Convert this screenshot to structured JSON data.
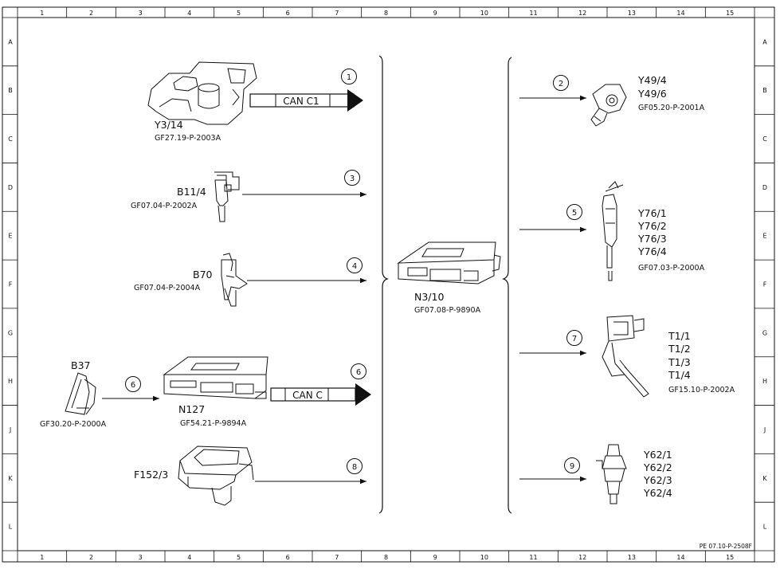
{
  "ruler": {
    "columns": [
      "1",
      "2",
      "3",
      "4",
      "5",
      "6",
      "7",
      "8",
      "9",
      "10",
      "11",
      "12",
      "13",
      "14",
      "15"
    ],
    "rows": [
      "A",
      "B",
      "C",
      "D",
      "E",
      "F",
      "G",
      "H",
      "J",
      "K",
      "L"
    ]
  },
  "inputs": [
    {
      "id": "y314",
      "label": "Y3/14",
      "code": "GF27.19-P-2003A",
      "num": "1",
      "bus": "CAN C1"
    },
    {
      "id": "b114",
      "label": "B11/4",
      "code": "GF07.04-P-2002A",
      "num": "3"
    },
    {
      "id": "b70",
      "label": "B70",
      "code": "GF07.04-P-2004A",
      "num": "4"
    },
    {
      "id": "b37",
      "label": "B37",
      "code": "GF30.20-P-2000A",
      "num": "6"
    },
    {
      "id": "n127",
      "label": "N127",
      "code": "GF54.21-P-9894A",
      "num": "6",
      "bus": "CAN C"
    },
    {
      "id": "f152",
      "label": "F152/3",
      "num": "8"
    }
  ],
  "center": {
    "label": "N3/10",
    "code": "GF07.08-P-9890A"
  },
  "outputs": [
    {
      "id": "y49",
      "num": "2",
      "labels": [
        "Y49/4",
        "Y49/6"
      ],
      "code": "GF05.20-P-2001A"
    },
    {
      "id": "y76",
      "num": "5",
      "labels": [
        "Y76/1",
        "Y76/2",
        "Y76/3",
        "Y76/4"
      ],
      "code": "GF07.03-P-2000A"
    },
    {
      "id": "t1",
      "num": "7",
      "labels": [
        "T1/1",
        "T1/2",
        "T1/3",
        "T1/4"
      ],
      "code": "GF15.10-P-2002A"
    },
    {
      "id": "y62",
      "num": "9",
      "labels": [
        "Y62/1",
        "Y62/2",
        "Y62/3",
        "Y62/4"
      ]
    }
  ],
  "footer": {
    "ref": "PE 07.10-P-2508F"
  },
  "colors": {
    "line": "#111111",
    "background": "#ffffff"
  }
}
